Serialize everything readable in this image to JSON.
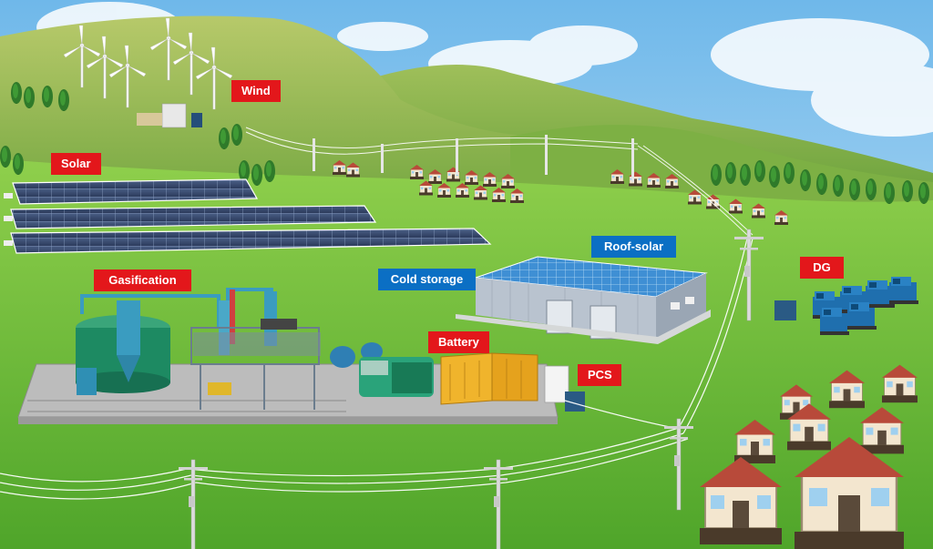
{
  "labels": {
    "wind": "Wind",
    "solar": "Solar",
    "gasification": "Gasification",
    "cold_storage": "Cold storage",
    "roof_solar": "Roof-solar",
    "battery": "Battery",
    "pcs": "PCS",
    "dg": "DG"
  },
  "colors": {
    "label_red": "#e3171b",
    "label_blue": "#0b6fc4",
    "sky": "#a9d6f2",
    "grass": "#6dbb3a"
  }
}
